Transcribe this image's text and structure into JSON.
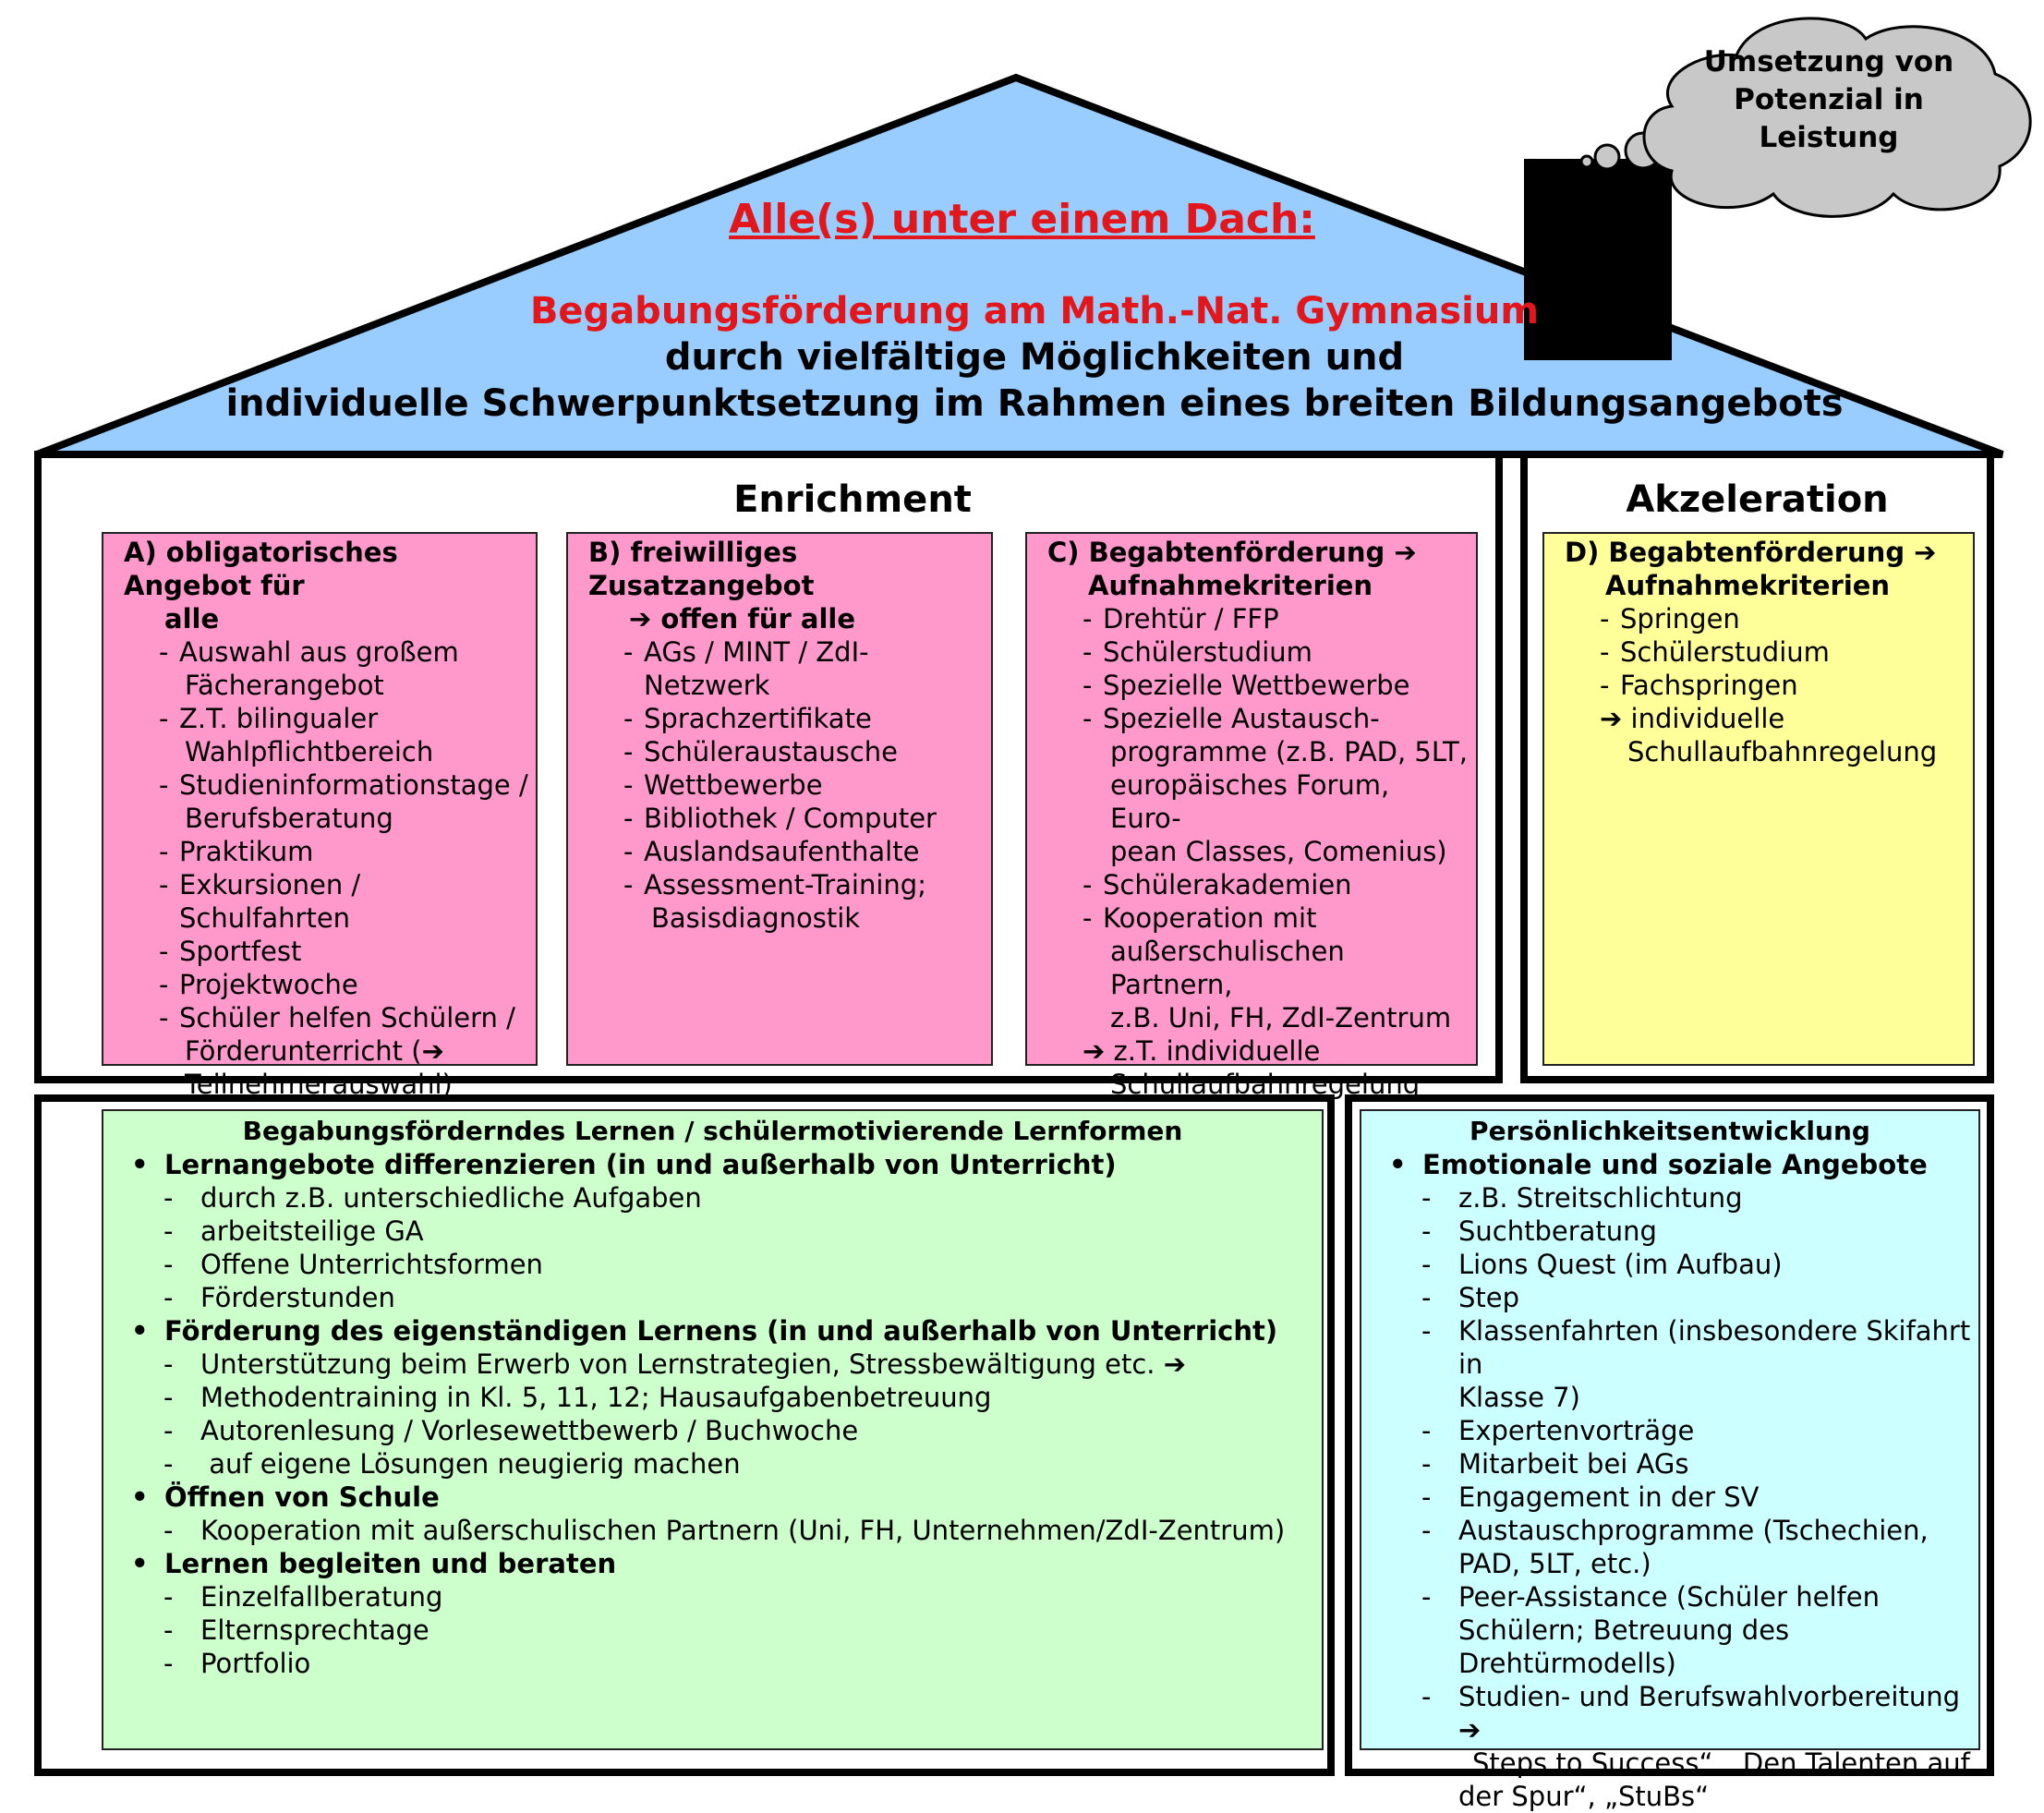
{
  "colors": {
    "roof": "#99ccff",
    "cloud": "#c8c8c8",
    "pink": "#ff99cc",
    "yellow": "#ffff99",
    "green": "#ccffcc",
    "cyan": "#ccffff",
    "red": "#e3161b"
  },
  "cloud": {
    "lines": [
      "Umsetzung von",
      "Potenzial in",
      "Leistung"
    ]
  },
  "roof": {
    "title": "Alle(s) unter einem Dach:",
    "line1": "Begabungsförderung am Math.-Nat. Gymnasium",
    "line2": "durch vielfältige Möglichkeiten und",
    "line3": "individuelle Schwerpunktsetzung im Rahmen eines breiten Bildungsangebots"
  },
  "enrichment": {
    "heading": "Enrichment",
    "a": {
      "head": [
        "A) obligatorisches Angebot für",
        "alle"
      ],
      "items": [
        "Auswahl aus großem",
        "Fächerangebot",
        "Z.T. bilingualer",
        "Wahlpflichtbereich",
        "Studieninformationstage /",
        "Berufsberatung",
        "Praktikum",
        "Exkursionen / Schulfahrten",
        "Sportfest",
        "Projektwoche",
        "Schüler helfen Schülern /",
        "Förderunterricht (➔",
        "Teilnehmerauswahl)"
      ]
    },
    "b": {
      "head": [
        "B) freiwilliges Zusatzangebot",
        "➔ offen für alle"
      ],
      "items": [
        "AGs / MINT / ZdI-Netzwerk",
        "Sprachzertifikate",
        "Schüleraustausche",
        "Wettbewerbe",
        "Bibliothek / Computer",
        "Auslandsaufenthalte",
        "Assessment-Training;",
        "Basisdiagnostik"
      ]
    },
    "c": {
      "head": [
        "C) Begabtenförderung ➔",
        "Aufnahmekriterien"
      ],
      "items": [
        "Drehtür / FFP",
        "Schülerstudium",
        "Spezielle Wettbewerbe",
        "Spezielle Austausch-",
        "programme (z.B. PAD, 5LT,",
        "europäisches Forum, Euro-",
        "pean Classes, Comenius)",
        "Schülerakademien",
        "Kooperation mit",
        "außerschulischen Partnern,",
        "z.B. Uni, FH, ZdI-Zentrum",
        "➔ z.T. individuelle",
        "Schullaufbahnregelung"
      ]
    }
  },
  "akzeleration": {
    "heading": "Akzeleration",
    "d": {
      "head": [
        "D) Begabtenförderung ➔",
        "Aufnahmekriterien"
      ],
      "items": [
        "Springen",
        "Schülerstudium",
        "Fachspringen",
        "➔ individuelle",
        "Schullaufbahnregelung"
      ]
    }
  },
  "learning": {
    "heading": "Begabungsförderndes Lernen / schülermotivierende Lernformen",
    "groups": [
      {
        "title": "Lernangebote differenzieren (in und außerhalb von Unterricht)",
        "items": [
          "durch z.B. unterschiedliche Aufgaben",
          "arbeitsteilige GA",
          "Offene Unterrichtsformen",
          "Förderstunden"
        ]
      },
      {
        "title": "Förderung des eigenständigen Lernens (in und außerhalb von Unterricht)",
        "items": [
          "Unterstützung beim Erwerb von Lernstrategien, Stressbewältigung etc. ➔",
          "Methodentraining in Kl. 5, 11, 12; Hausaufgabenbetreuung",
          "Autorenlesung / Vorlesewettbewerb / Buchwoche",
          " auf eigene Lösungen neugierig machen"
        ]
      },
      {
        "title": "Öffnen von Schule",
        "items": [
          "Kooperation mit außerschulischen Partnern (Uni, FH, Unternehmen/ZdI-Zentrum)"
        ]
      },
      {
        "title": "Lernen begleiten und beraten",
        "items": [
          "Einzelfallberatung",
          "Elternsprechtage",
          "Portfolio"
        ]
      }
    ]
  },
  "personality": {
    "heading": "Persönlichkeitsentwicklung",
    "group_title": "Emotionale und soziale Angebote",
    "items": [
      "z.B. Streitschlichtung",
      "Suchtberatung",
      "Lions Quest (im Aufbau)",
      "Step",
      "Klassenfahrten (insbesondere Skifahrt in",
      "Klasse 7)",
      "Expertenvorträge",
      "Mitarbeit bei AGs",
      "Engagement in der SV",
      "Austauschprogramme (Tschechien,",
      "PAD, 5LT, etc.)",
      "Peer-Assistance (Schüler helfen",
      "Schülern; Betreuung des",
      "Drehtürmodells)",
      "Studien- und Berufswahlvorbereitung ➔",
      "„Steps to Success“, „Den Talenten auf",
      "der Spur“, „StuBs“"
    ]
  }
}
